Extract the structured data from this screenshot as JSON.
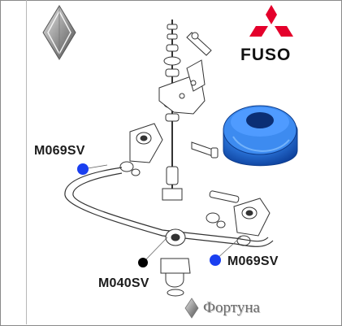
{
  "logos": {
    "left_logo_icon": "diamond-logo-icon",
    "manufacturer_icon": "mitsubishi-three-diamond-icon",
    "manufacturer_name": "FUSO",
    "manufacturer_color": "#e4002b",
    "watermark_icon": "diamond-logo-icon",
    "watermark_text": "Фортуна"
  },
  "callouts": [
    {
      "label": "M069SV",
      "marker_color": "#1a3ff0"
    },
    {
      "label": "M069SV",
      "marker_color": "#1a3ff0"
    },
    {
      "label": "M040SV",
      "marker_color": "#000000"
    }
  ],
  "product_photo": {
    "icon": "rubber-bushing-icon",
    "color": "#2a73d8"
  }
}
